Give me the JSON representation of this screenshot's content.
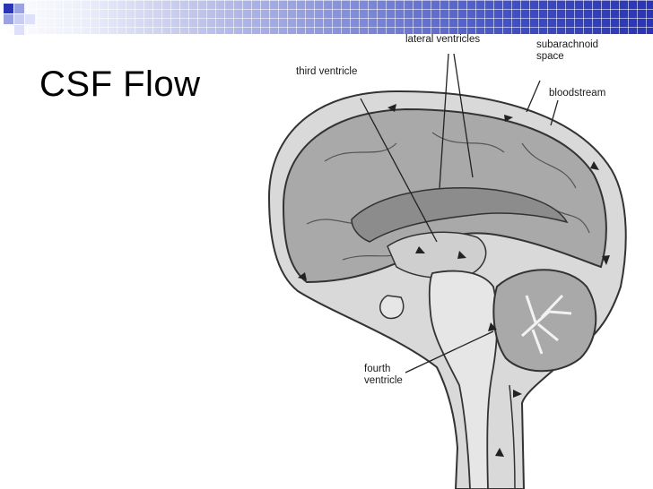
{
  "slide": {
    "title": "CSF Flow"
  },
  "diagram": {
    "labels": {
      "lateral_ventricles": "lateral ventricles",
      "subarachnoid_line1": "subarachnoid",
      "subarachnoid_line2": "space",
      "third_ventricle": "third ventricle",
      "bloodstream": "bloodstream",
      "fourth_line1": "fourth",
      "fourth_line2": "ventricle"
    }
  },
  "colors": {
    "title_text": "#000000",
    "band_dark": "#2b35b4",
    "corner_blue": "#2b35b4",
    "corner_light": "#9aa3e0",
    "brain_gray": "#a9a9a9",
    "brain_light": "#c8c8c8",
    "csf_band": "#d9d9d9",
    "outline": "#333333"
  }
}
